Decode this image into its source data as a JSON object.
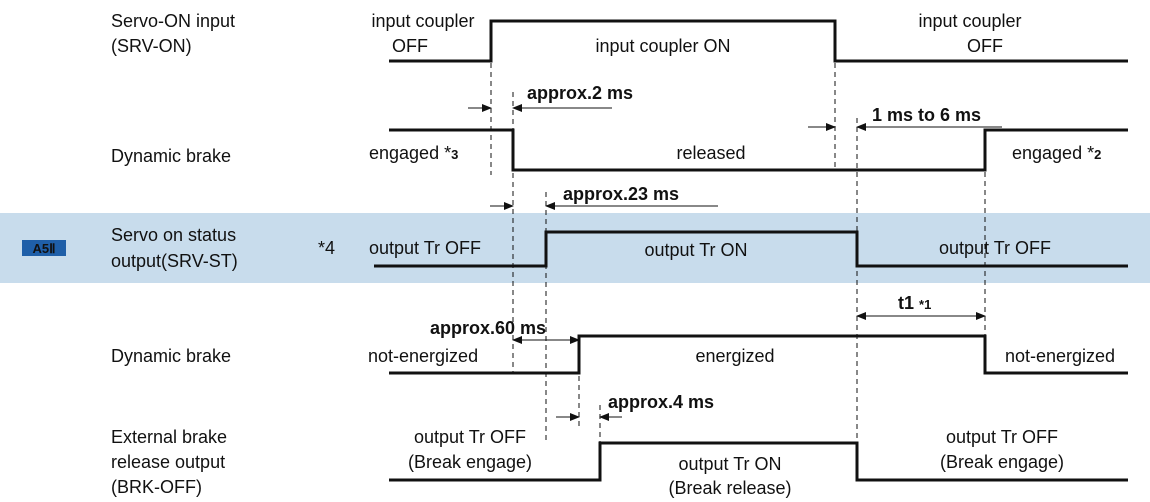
{
  "colors": {
    "highlight_band": "#c8dcec",
    "badge": "#1f5fa8",
    "badge_text": "#ffffff",
    "line": "#111111"
  },
  "badge_label": "A5Ⅱ",
  "signals": {
    "srv_on": {
      "name_line1": "Servo-ON input",
      "name_line2": "(SRV-ON)",
      "left_line1": "input coupler",
      "left_line2": "OFF",
      "middle": "input coupler ON",
      "right_line1": "input coupler",
      "right_line2": "OFF"
    },
    "dyn_brake_1": {
      "name": "Dynamic brake",
      "left": "engaged",
      "left_note": "*",
      "left_note_num": "3",
      "middle": "released",
      "right": "engaged",
      "right_note": "*",
      "right_note_num": "2"
    },
    "srv_st": {
      "name_line1": "Servo on status",
      "name_line2": "output(SRV-ST)",
      "note": "*4",
      "left": "output Tr OFF",
      "middle": "output Tr ON",
      "right": "output Tr OFF"
    },
    "dyn_brake_2": {
      "name": "Dynamic brake",
      "left": "not-energized",
      "middle": "energized",
      "right": "not-energized"
    },
    "brk_off": {
      "name_line1": "External brake",
      "name_line2": "release output",
      "name_line3": "(BRK-OFF)",
      "left_line1": "output Tr OFF",
      "left_line2": "(Break engage)",
      "middle_line1": "output Tr ON",
      "middle_line2": "(Break release)",
      "right_line1": "output Tr OFF",
      "right_line2": "(Break engage)"
    }
  },
  "timings": {
    "t_2ms": "approx.2 ms",
    "t_1to6": "1 ms to 6 ms",
    "t_23ms": "approx.23 ms",
    "t_t1": "t1",
    "t_t1_note": "*1",
    "t_60ms": "approx.60 ms",
    "t_4ms": "approx.4 ms"
  }
}
